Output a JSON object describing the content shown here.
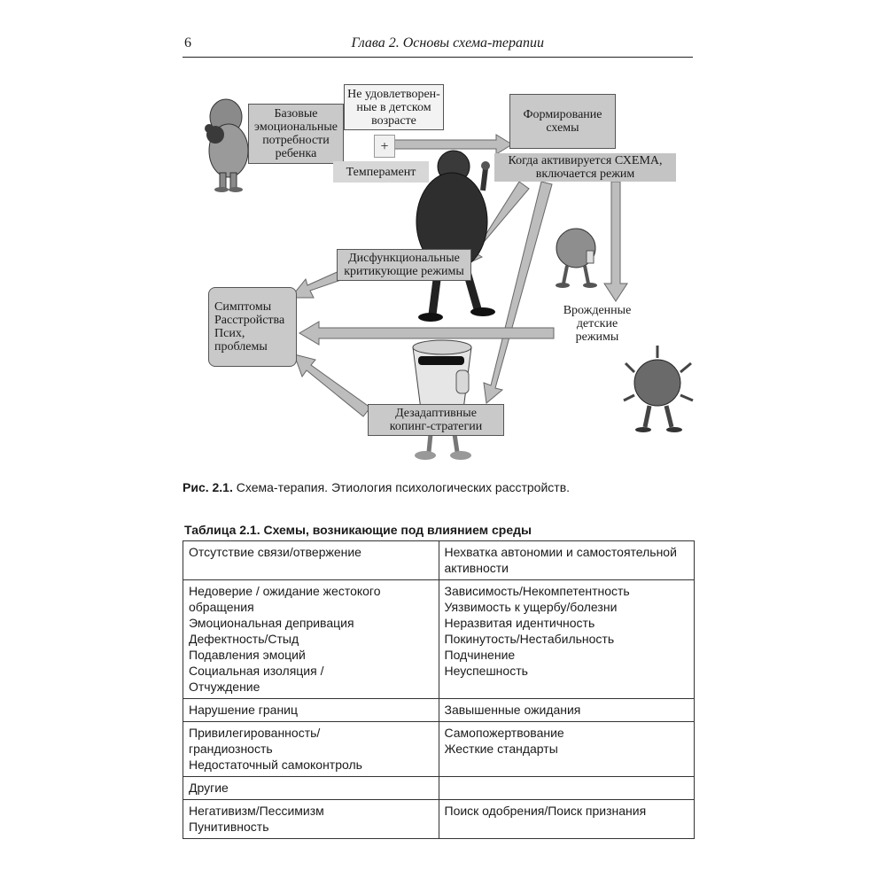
{
  "header": {
    "page_number": "6",
    "running_title": "Глава 2. Основы схема-терапии"
  },
  "figure": {
    "boxes": {
      "basic_needs": [
        "Базовые",
        "эмоциональные",
        "потребности",
        "ребенка"
      ],
      "unmet": [
        "Не удовлетворен-",
        "ные в детском",
        "возрасте"
      ],
      "plus": "+",
      "temperament": "Темперамент",
      "formation": [
        "Формирование",
        "схемы"
      ],
      "activation": [
        "Когда активируется СХЕМА,",
        "включается режим"
      ],
      "dysfunctional_critic": [
        "Дисфункциональные",
        "критикующие режимы"
      ],
      "symptoms": [
        "Симптомы",
        "Расстройства",
        "Псих,",
        "проблемы"
      ],
      "innate_child": [
        "Врожденные",
        "детские",
        "режимы"
      ],
      "maladaptive_coping": [
        "Дезадаптивные",
        "копинг-стратегии"
      ]
    },
    "caption_label": "Рис. 2.1.",
    "caption_text": " Схема-терапия. Этиология психологических расстройств."
  },
  "table": {
    "title": "Таблица 2.1. Схемы, возникающие под влиянием среды",
    "rows": [
      [
        [
          "Отсутствие связи/отвержение"
        ],
        [
          "Нехватка автономии и самостоятельной",
          "активности"
        ]
      ],
      [
        [
          "Недоверие / ожидание жестокого",
          "обращения",
          "Эмоциональная депривация",
          "Дефектность/Стыд",
          "Подавления эмоций",
          "Социальная изоляция /",
          "Отчуждение"
        ],
        [
          "Зависимость/Некомпетентность",
          "Уязвимость к ущербу/болезни",
          "Неразвитая идентичность",
          "Покинутость/Нестабильность",
          "Подчинение",
          "Неуспешность"
        ]
      ],
      [
        [
          "Нарушение границ"
        ],
        [
          "Завышенные ожидания"
        ]
      ],
      [
        [
          "Привилегированность/",
          "грандиозность",
          "Недостаточный самоконтроль"
        ],
        [
          "Самопожертвование",
          "Жесткие стандарты"
        ]
      ],
      [
        [
          "Другие"
        ],
        []
      ],
      [
        [
          "Негативизм/Пессимизм",
          "Пунитивность"
        ],
        [
          "Поиск одобрения/Поиск признания"
        ]
      ]
    ]
  }
}
